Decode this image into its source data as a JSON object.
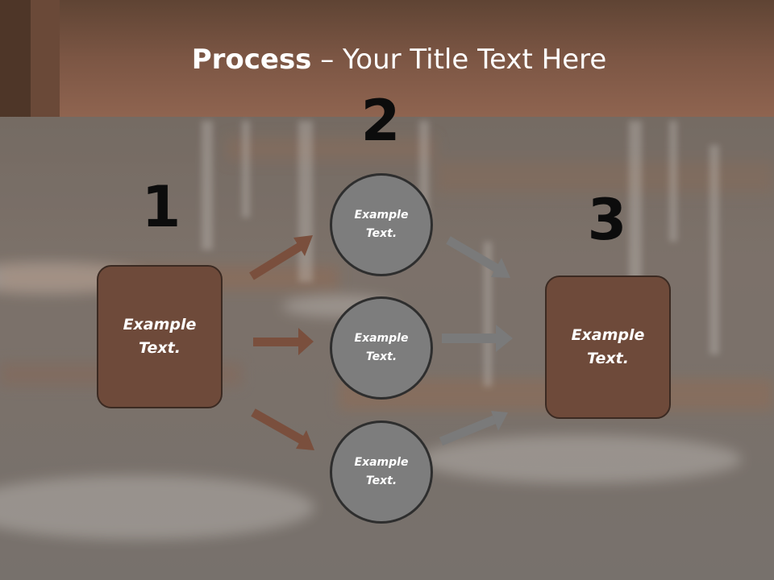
{
  "title": {
    "bold": "Process",
    "rest": " – Your Title Text Here"
  },
  "steps": {
    "one": "1",
    "two": "2",
    "three": "3"
  },
  "box_left": {
    "text": "Example Text."
  },
  "box_right": {
    "text": "Example Text."
  },
  "circles": [
    {
      "text": "Example Text."
    },
    {
      "text": "Example Text."
    },
    {
      "text": "Example Text."
    }
  ],
  "colors": {
    "header": "#8f6450",
    "box": "#6e4a3a",
    "circle": "#7d7d7d",
    "arrow_brown": "#7a4f3d",
    "arrow_gray": "#7a7a7a"
  }
}
